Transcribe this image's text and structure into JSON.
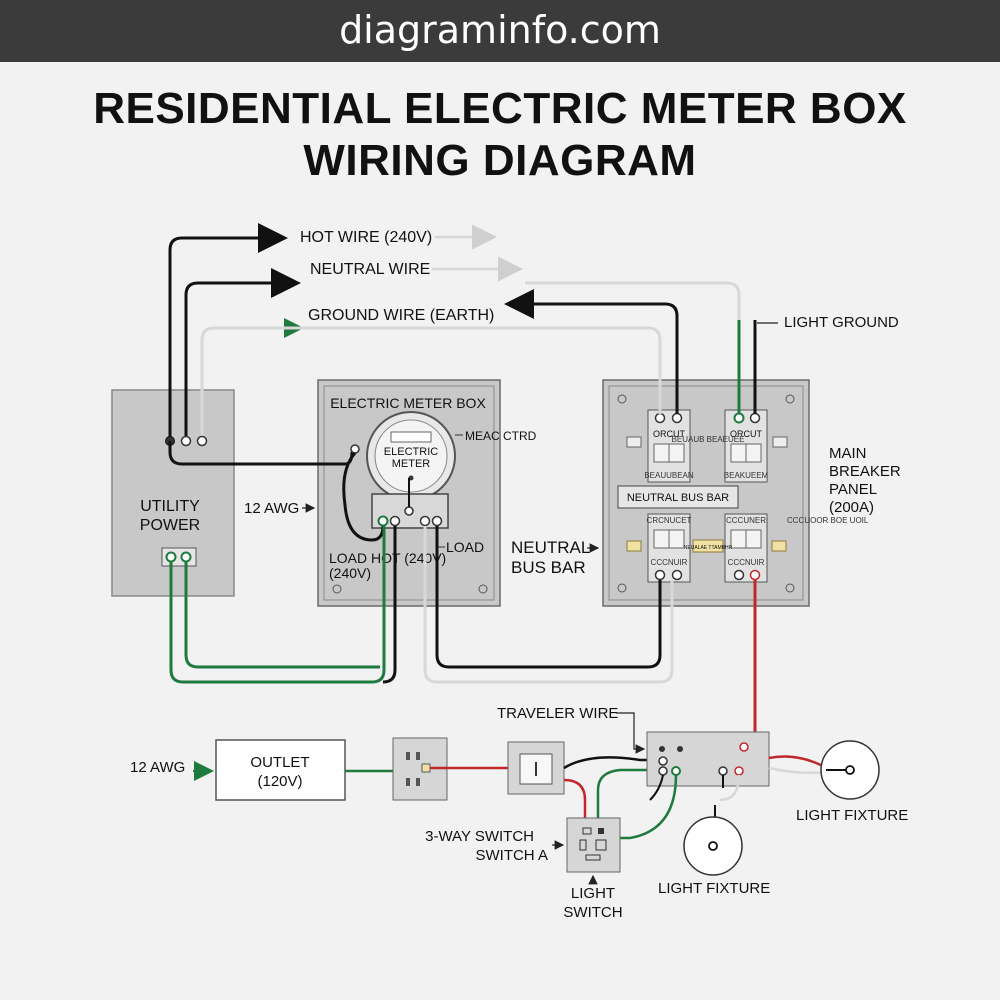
{
  "header": {
    "site": "diagraminfo.com"
  },
  "title": {
    "line1": "RESIDENTIAL ELECTRIC METER BOX",
    "line2": "WIRING DIAGRAM"
  },
  "legend": {
    "hot": "HOT WIRE (240V)",
    "neutral": "NEUTRAL WIRE",
    "ground": "GROUND WIRE (EARTH)"
  },
  "colors": {
    "hot": "#111111",
    "neutral": "#cfcfcf",
    "ground": "#1f7a3e",
    "red": "#c0282d",
    "box": "#c8c8c8",
    "background": "#f2f2f2"
  },
  "utility": {
    "line1": "UTILITY",
    "line2": "POWER"
  },
  "meter": {
    "box_title": "ELECTRIC METER BOX",
    "face_line1": "ELECTRIC",
    "face_line2": "METER",
    "side_label": "MEAC CTRD",
    "load_hot_line1": "LOAD HOT (240V)",
    "load_hot_line2": "(240V)",
    "load": "LOAD",
    "awg": "12 AWG"
  },
  "panel": {
    "label_line1": "MAIN",
    "label_line2": "BREAKER",
    "label_line3": "PANEL",
    "label_line4": "(200A)",
    "light_ground": "LIGHT GROUND",
    "neutral_bus": "NEUTRAL BUS BAR",
    "breaker_top_left": "ORCUT",
    "breaker_top_right": "ORCUT",
    "breaker_top_left_bottom": "BEAUUBEAN",
    "breaker_top_right_bottom": "BEAKUEEM",
    "breaker_mid_text": "BEUAUB BEAEUEE",
    "breaker_bottom_left": "CRCNUCET",
    "breaker_bottom_right": "CCCUNER",
    "breaker_bottom_left_bottom": "CCCNUIR",
    "breaker_bottom_right_bottom": "CCCNUIR",
    "breaker_bottom_right_side": "CCCUOOR BOE UOIL",
    "breaker_bottom_mid_text": "NEUALAE TTAMBHR"
  },
  "neutral_bus_label": {
    "line1": "NEUTRAL",
    "line2": "BUS BAR"
  },
  "circuit": {
    "awg": "12 AWG",
    "outlet_line1": "OUTLET",
    "outlet_line2": "(120V)",
    "traveler": "TRAVELER WIRE",
    "switch_a_line1": "3-WAY SWITCH",
    "switch_a_line2": "SWITCH A",
    "light_switch_line1": "LIGHT",
    "light_switch_line2": "SWITCH",
    "fixture_right": "LIGHT FIXTURE",
    "fixture_bottom": "LIGHT FIXTURE"
  }
}
